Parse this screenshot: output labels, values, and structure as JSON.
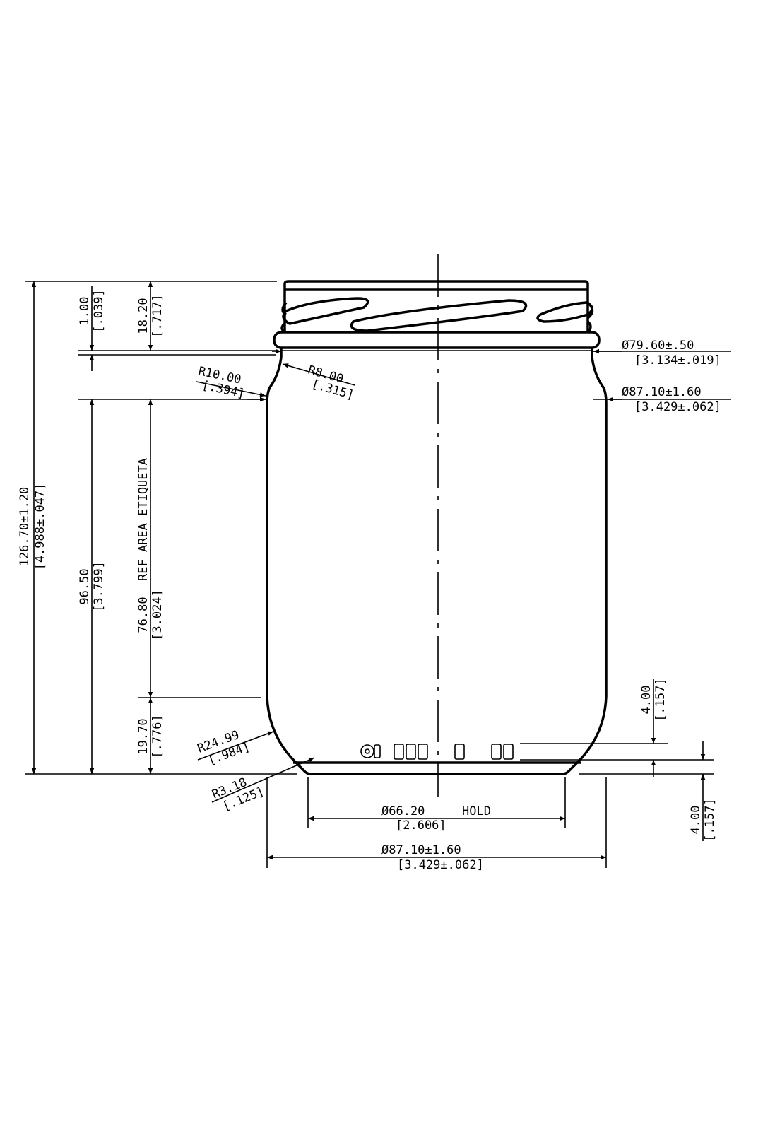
{
  "drawing": {
    "overall_height": {
      "value": "126.70±1.20",
      "inch": "[4.988±.047]"
    },
    "top_offset": {
      "value": "1.00",
      "inch": "[.039]"
    },
    "finish_height": {
      "value": "18.20",
      "inch": "[.717]"
    },
    "body_height": {
      "value": "96.50",
      "inch": "[3.799]"
    },
    "label_area_note": "REF AREA ETIQUETA",
    "label_area_height": {
      "value": "76.80",
      "inch": "[3.024]"
    },
    "base_height": {
      "value": "19.70",
      "inch": "[.776]"
    },
    "radius_shoulder": {
      "value": "R10.00",
      "inch": "[.394]"
    },
    "radius_neck": {
      "value": "R8.00",
      "inch": "[.315]"
    },
    "radius_heel": {
      "value": "R24.99",
      "inch": "[.984]"
    },
    "radius_base": {
      "value": "R3.18",
      "inch": "[.125]"
    },
    "finish_diameter": {
      "value": "Ø79.60±.50",
      "inch": "[3.134±.019]"
    },
    "body_diameter_top": {
      "value": "Ø87.10±1.60",
      "inch": "[3.429±.062]"
    },
    "base_diameter": {
      "value": "Ø66.20",
      "note": "HOLD",
      "inch": "[2.606]"
    },
    "body_diameter_bottom": {
      "value": "Ø87.10±1.60",
      "inch": "[3.429±.062]"
    },
    "code_zone_height": {
      "value": "4.00",
      "inch": "[.157]"
    },
    "base_push_height": {
      "value": "4.00",
      "inch": "[.157]"
    }
  }
}
